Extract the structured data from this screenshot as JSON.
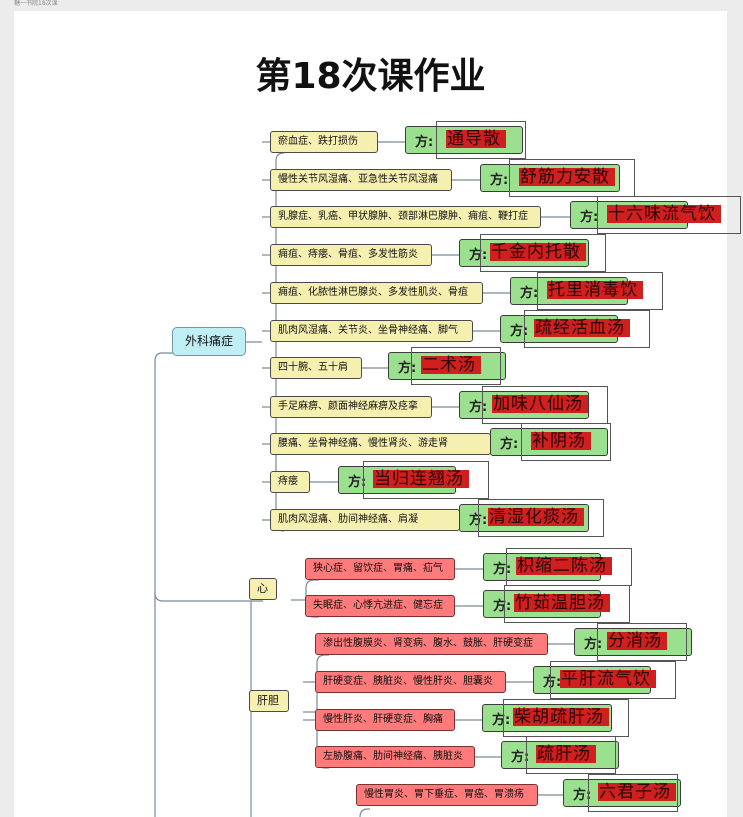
{
  "tab_title": "糖一书院18次课",
  "title": "第18次课作业",
  "root": "外科痛症",
  "groups": [
    {
      "label": "心"
    },
    {
      "label": "肝胆"
    }
  ],
  "prefix": "方:",
  "waike": [
    {
      "text": "瘀血症、跌打损伤",
      "answer": "通导散"
    },
    {
      "text": "慢性关节风湿痛、亚急性关节风湿痛",
      "answer": "舒筋力安散"
    },
    {
      "text": "乳腺症、乳癌、甲状腺肿、颈部淋巴腺肿、痈疽、鞭打症",
      "answer": "十六味流气饮"
    },
    {
      "text": "痈疽、痔瘘、骨疽、多发性筋炎",
      "answer": "千金内托散"
    },
    {
      "text": "痈疽、化脓性淋巴腺炎、多发性肌炎、骨疽",
      "answer": "托里消毒饮"
    },
    {
      "text": "肌肉风湿痛、关节炎、坐骨神经痛、脚气",
      "answer": "疏经活血汤"
    },
    {
      "text": "四十腕、五十肩",
      "answer": "二术汤"
    },
    {
      "text": "手足麻痹、颜面神经麻痹及痉挛",
      "answer": "加味八仙汤"
    },
    {
      "text": "腰痛、坐骨神经痛、慢性肾炎、游走肾",
      "answer": "补阴汤"
    },
    {
      "text": "痔瘘",
      "answer": "当归连翘汤"
    },
    {
      "text": "肌肉风湿痛、肋间神经痛、肩凝",
      "answer": "清湿化痰汤"
    }
  ],
  "xin": [
    {
      "text": "狭心症、留饮症、胃痛、疝气",
      "answer": "枳缩二陈汤"
    },
    {
      "text": "失眠症、心悸亢进症、健忘症",
      "answer": "竹茹温胆汤"
    }
  ],
  "gandan": [
    {
      "text": "渗出性腹膜炎、肾变病、腹水、鼓胀、肝硬变症",
      "answer": "分消汤"
    },
    {
      "text": "肝硬变症、胰脏炎、慢性肝炎、胆囊炎",
      "answer": "平肝流气饮"
    },
    {
      "text": "慢性肝炎、肝硬变症、胸痛",
      "answer": "柴胡疏肝汤"
    },
    {
      "text": "左胁腹痛、肋间神经痛、胰脏炎",
      "answer": "疏肝汤"
    }
  ],
  "next": [
    {
      "text": "慢性胃炎、胃下垂症、胃癌、胃溃疡",
      "answer": "六君子汤"
    }
  ]
}
